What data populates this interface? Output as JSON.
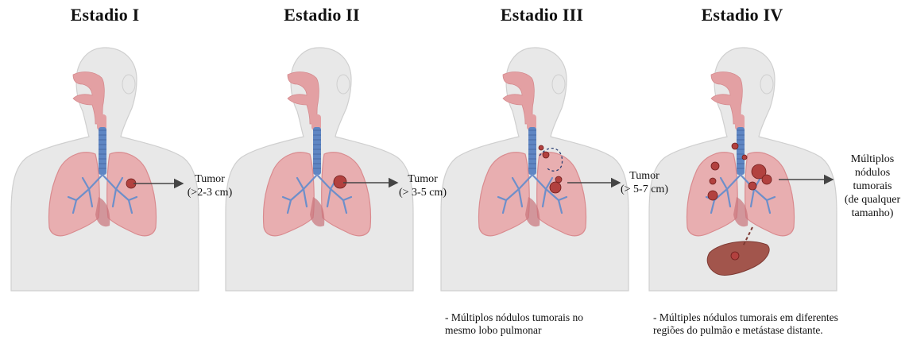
{
  "stages": [
    {
      "title": "Estadio I",
      "label_lines": [
        "Tumor",
        "(>2-3 cm)"
      ]
    },
    {
      "title": "Estadio II",
      "label_lines": [
        "Tumor",
        "(> 3-5 cm)"
      ]
    },
    {
      "title": "Estadio III",
      "label_lines": [
        "Tumor",
        "(> 5-7 cm)"
      ],
      "note_lines": [
        "- Múltiplos nódulos tumorais no",
        "mesmo lobo pulmonar"
      ]
    },
    {
      "title": "Estadio IV",
      "label_lines": [
        "Múltiplos nódulos",
        "tumorais",
        "(de qualquer",
        "tamanho)"
      ],
      "note_lines": [
        "- Múltiples nódulos tumorais em diferentes",
        "regiões do pulmão e metástase distante."
      ]
    }
  ],
  "colors": {
    "body": "#e8e8e8",
    "body_outline": "#cfcfcf",
    "airway": "#e3a0a3",
    "trachea": "#5f86c3",
    "lung": "#e8a3a6",
    "lung_dark": "#d98b8f",
    "bronchi": "#6d8fca",
    "tumor": "#b2413f",
    "liver": "#a2554c",
    "arrow": "#444444"
  }
}
